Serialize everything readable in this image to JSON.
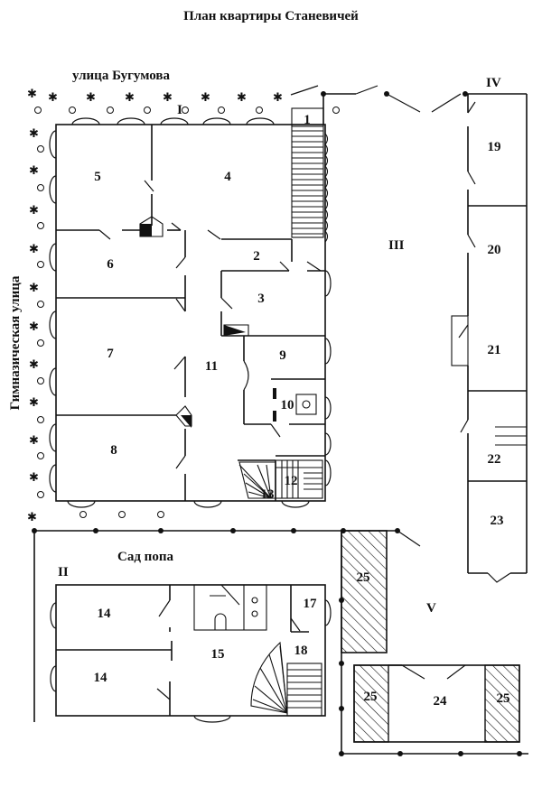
{
  "title": "План квартиры Станевичей",
  "streets": {
    "north": "улица Бугумова",
    "west": "Гимназическая улица"
  },
  "garden": "Сад попа",
  "sections": [
    "I",
    "II",
    "III",
    "IV",
    "V"
  ],
  "rooms": [
    "1",
    "2",
    "3",
    "4",
    "5",
    "6",
    "7",
    "8",
    "9",
    "10",
    "11",
    "12",
    "13",
    "14",
    "14",
    "15",
    "17",
    "18",
    "19",
    "20",
    "21",
    "22",
    "23",
    "24",
    "25",
    "25",
    "25"
  ],
  "icons": [
    "tree-symbol",
    "fence-post",
    "stove",
    "staircase",
    "hatched-shed"
  ]
}
